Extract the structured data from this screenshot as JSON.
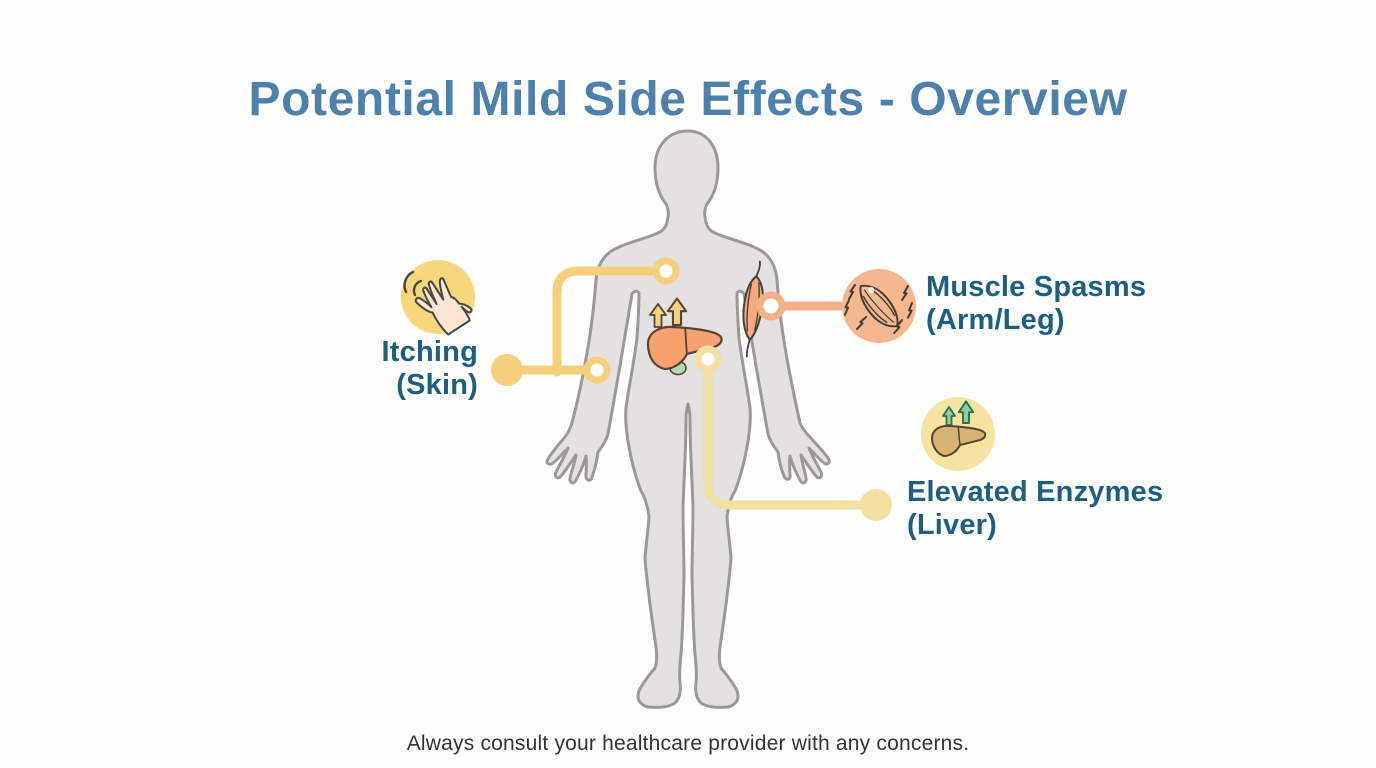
{
  "title": "Potential Mild Side Effects - Overview",
  "footer_note": "Always consult your healthcare provider with any concerns.",
  "callouts": [
    {
      "id": "itching",
      "label_line1": "Itching",
      "label_line2": "(Skin)",
      "icon": "scratching-hand-icon"
    },
    {
      "id": "muscle-spasms",
      "label_line1": "Muscle Spasms",
      "label_line2": "(Arm/Leg)",
      "icon": "muscle-spasm-icon"
    },
    {
      "id": "elevated-enzymes",
      "label_line1": "Elevated Enzymes",
      "label_line2": "(Liver)",
      "icon": "liver-up-arrows-icon"
    }
  ],
  "illustration": {
    "figure": "human-body-front-silhouette",
    "organs_shown": [
      "liver-with-up-arrows",
      "arm-muscle"
    ]
  },
  "colors": {
    "title_text": "#4d80ab",
    "label_text": "#1c5f7e",
    "footer_text": "#333333",
    "body_fill": "#e3e2e0",
    "body_stroke": "#9b9997",
    "itching_accent": "#f6cf7d",
    "itching_icon_bg": "#f6d77e",
    "muscle_accent": "#f2b089",
    "muscle_icon_bg": "#f5b78f",
    "liver_accent": "#f2dfa2",
    "liver_icon_bg": "#f6e3a1",
    "skin_tone": "#fbe7d1",
    "organ_liver": "#f5a26e",
    "icon_liver": "#d6b273",
    "gallbladder_green": "#aedbb8",
    "arrow_green": "#8ad29f",
    "arrow_yellow": "#f3d47c",
    "outline_dark": "#4a4036"
  }
}
